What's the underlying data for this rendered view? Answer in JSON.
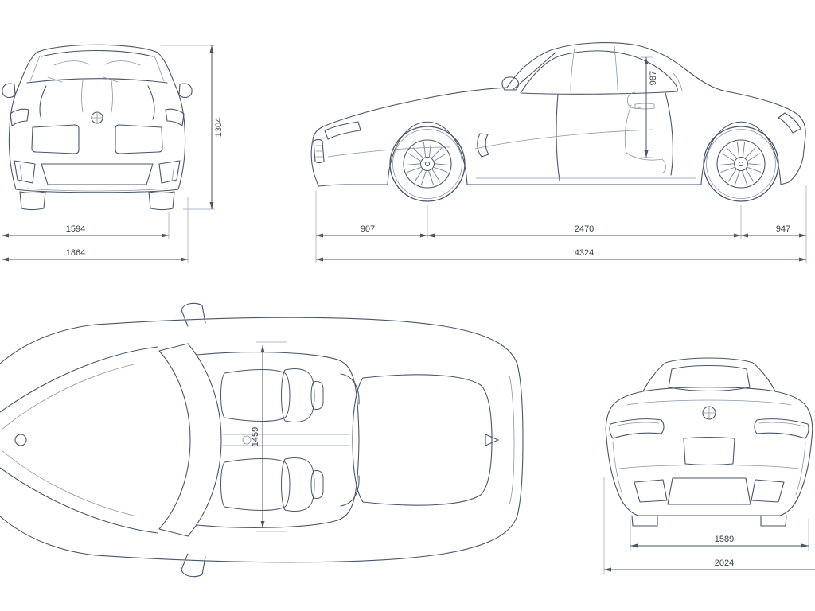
{
  "canvas": {
    "background": "#ffffff",
    "line_color": "#49566b",
    "light_line_color": "#8b96a8",
    "dimension_text_color": "#39414f"
  },
  "views": {
    "front": {
      "dims": {
        "overall_height": "1304",
        "track": "1594",
        "overall_width": "1864"
      }
    },
    "side": {
      "dims": {
        "front_overhang": "907",
        "wheelbase": "2470",
        "rear_overhang": "947",
        "overall_length": "4324",
        "cabin_height": "987"
      }
    },
    "top": {
      "dims": {
        "cabin_width": "1459"
      }
    },
    "rear": {
      "dims": {
        "track_rear": "1589",
        "overall_width_mirrors": "2024"
      }
    }
  }
}
